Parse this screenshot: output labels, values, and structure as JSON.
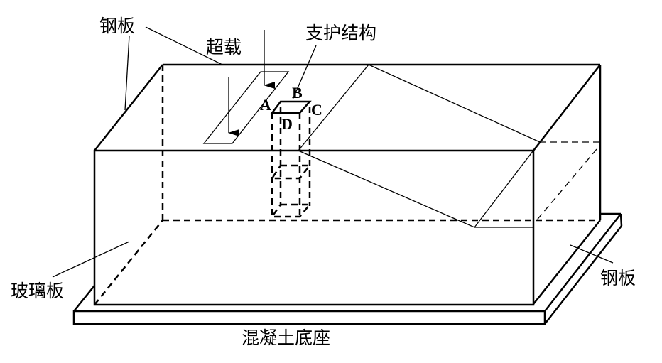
{
  "labels": {
    "steel_plate_top": "钢板",
    "surcharge": "超载",
    "support_structure": "支护结构",
    "glass_plate": "玻璃板",
    "steel_plate_right": "钢板",
    "concrete_base": "混凝土底座"
  },
  "points": {
    "a": "A",
    "b": "B",
    "c": "C",
    "d": "D"
  }
}
